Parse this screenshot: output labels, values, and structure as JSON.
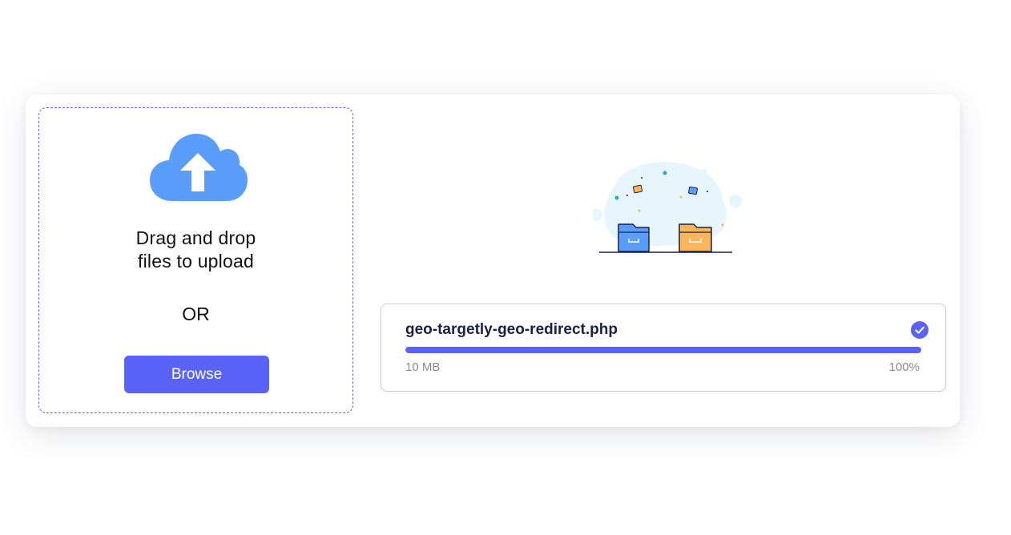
{
  "dropzone": {
    "icon": "cloud-upload-icon",
    "text_line1": "Drag and drop",
    "text_line2": "files to upload",
    "or_label": "OR",
    "browse_label": "Browse"
  },
  "illustration": {
    "icon": "folders-illustration"
  },
  "file": {
    "name": "geo-targetly-geo-redirect.php",
    "size": "10 MB",
    "progress_label": "100%",
    "progress": 1.0,
    "status_icon": "check-circle-icon"
  },
  "colors": {
    "accent": "#5a63f7",
    "cloud": "#5b9dfa",
    "file_name": "#1a2147",
    "muted_text": "#8a8a8a",
    "folder_blue": "#5b9dfa",
    "folder_orange": "#f9b65c"
  }
}
